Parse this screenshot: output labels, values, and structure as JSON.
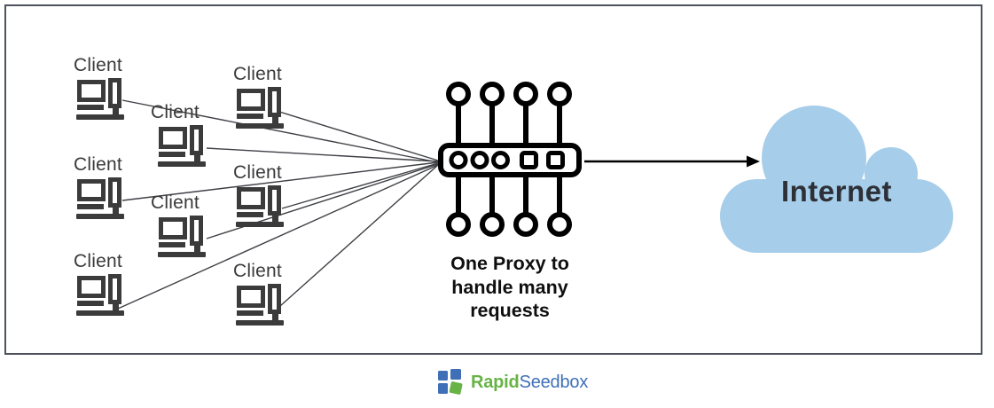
{
  "diagram": {
    "clients": [
      {
        "label": "Client"
      },
      {
        "label": "Client"
      },
      {
        "label": "Client"
      },
      {
        "label": "Client"
      },
      {
        "label": "Client"
      },
      {
        "label": "Client"
      },
      {
        "label": "Client"
      },
      {
        "label": "Client"
      }
    ],
    "proxy": {
      "caption_line1": "One Proxy to",
      "caption_line2": "handle many",
      "caption_line3": "requests"
    },
    "internet": {
      "label": "Internet"
    }
  },
  "logo": {
    "rapid": "Rapid",
    "seedbox": "Seedbox"
  },
  "colors": {
    "cloud_fill": "#a6cde9",
    "client_icon": "#3b3b3b",
    "connector_line": "#3f4045",
    "proxy_stroke": "#000000",
    "frame_border": "#4d535d",
    "internet_text": "#2e3037",
    "logo_green": "#67b346",
    "logo_blue": "#3f70b7"
  },
  "icons": {
    "client": "computer-icon",
    "proxy": "proxy-hub-icon",
    "internet": "cloud-icon",
    "arrow": "arrow-right-icon",
    "logo": "rapidseedbox-grid-icon"
  }
}
